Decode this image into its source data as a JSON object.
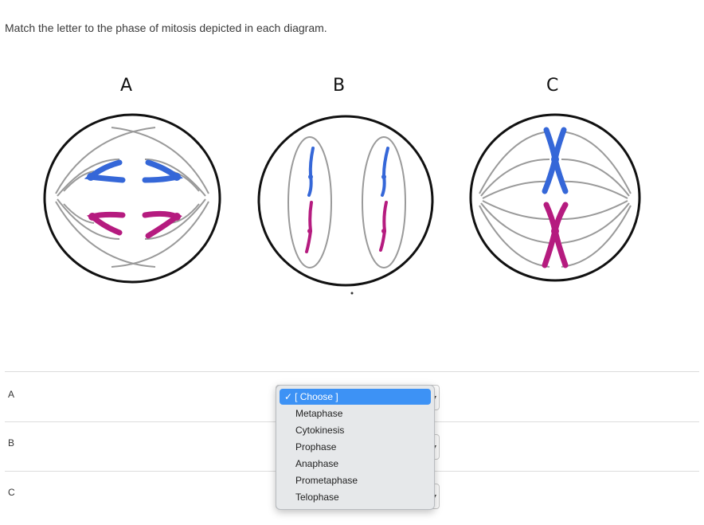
{
  "question": {
    "prompt": "Match the letter to the phase of mitosis depicted in each diagram."
  },
  "diagram_labels": [
    "A",
    "B",
    "C"
  ],
  "rows": [
    {
      "label": "A"
    },
    {
      "label": "B"
    },
    {
      "label": "C"
    }
  ],
  "dropdown": {
    "selected": "[ Choose ]",
    "check_mark": "✓",
    "options": [
      "Metaphase",
      "Cytokinesis",
      "Prophase",
      "Anaphase",
      "Prometaphase",
      "Telophase"
    ]
  },
  "colors": {
    "blue": "#3567d8",
    "magenta": "#b51b7f",
    "highlight": "#3d92f5"
  }
}
